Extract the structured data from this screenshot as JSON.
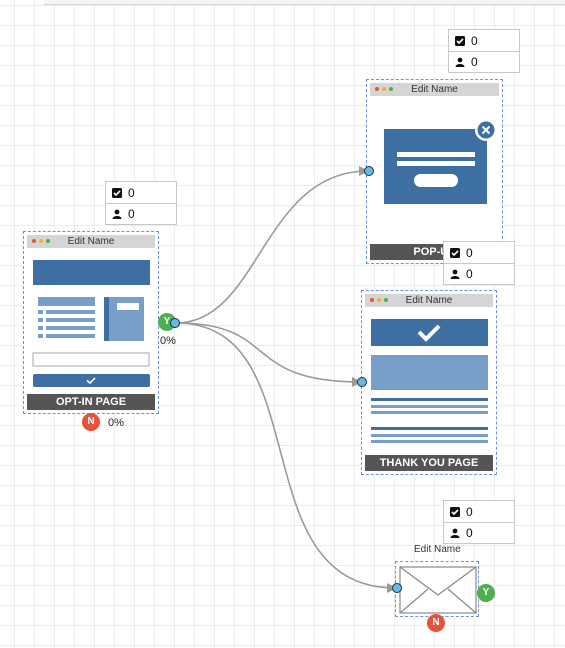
{
  "canvas": {
    "grid": true
  },
  "stat_boxes": [
    {
      "id": "optin",
      "checks": "0",
      "users": "0"
    },
    {
      "id": "popup",
      "checks": "0",
      "users": "0"
    },
    {
      "id": "thankyou",
      "checks": "0",
      "users": "0"
    },
    {
      "id": "email",
      "checks": "0",
      "users": "0"
    }
  ],
  "nodes": {
    "optin": {
      "edit_label": "Edit Name",
      "footer_label": "OPT-IN PAGE"
    },
    "popup": {
      "edit_label": "Edit Name",
      "footer_label": "POP-UP"
    },
    "thankyou": {
      "edit_label": "Edit Name",
      "footer_label": "THANK YOU PAGE"
    },
    "email": {
      "edit_label": "Edit Name"
    }
  },
  "branches": {
    "yes_label": "Y",
    "no_label": "N",
    "optin_yes_pct": "0%",
    "optin_no_pct": "0%"
  },
  "colors": {
    "page_blue": "#3d6fa3",
    "page_light_blue": "#789fc7",
    "connector": "#9a9a9a",
    "selection": "#6f8fe3",
    "yes": "#4caf50",
    "no": "#e5533d"
  },
  "icons": [
    "check-square-icon",
    "user-icon",
    "close-icon",
    "check-icon",
    "envelope-icon"
  ]
}
